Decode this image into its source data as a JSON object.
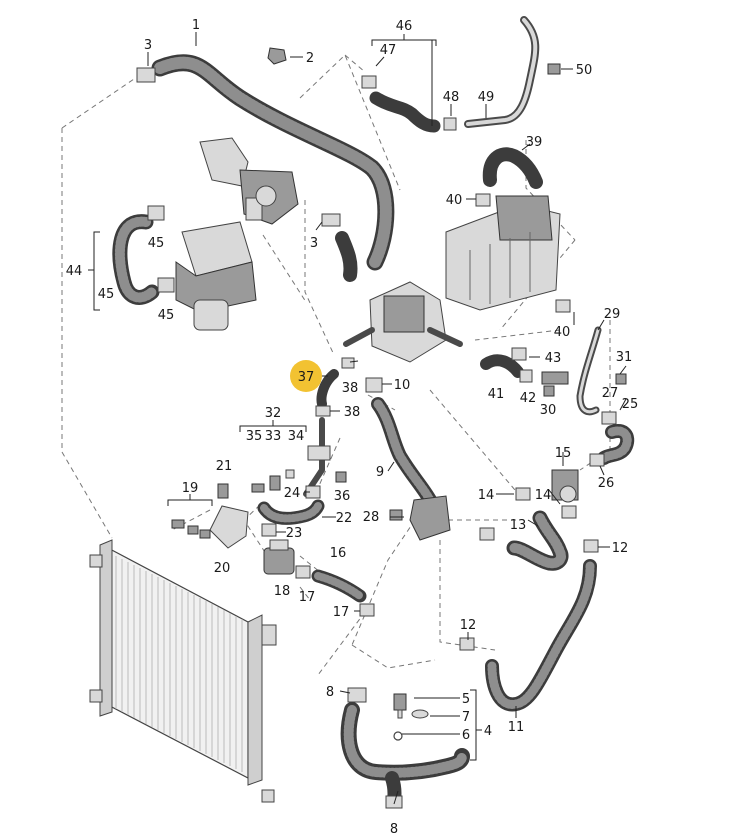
{
  "diagram": {
    "highlight_color": "#f2c232",
    "highlighted": "37",
    "callouts": [
      {
        "id": "c1",
        "text": "1"
      },
      {
        "id": "c2",
        "text": "2"
      },
      {
        "id": "c3a",
        "text": "3"
      },
      {
        "id": "c3b",
        "text": "3"
      },
      {
        "id": "c4",
        "text": "4"
      },
      {
        "id": "c5",
        "text": "5"
      },
      {
        "id": "c6",
        "text": "6"
      },
      {
        "id": "c7",
        "text": "7"
      },
      {
        "id": "c8a",
        "text": "8"
      },
      {
        "id": "c8b",
        "text": "8"
      },
      {
        "id": "c9",
        "text": "9"
      },
      {
        "id": "c10",
        "text": "10"
      },
      {
        "id": "c11",
        "text": "11"
      },
      {
        "id": "c12a",
        "text": "12"
      },
      {
        "id": "c12b",
        "text": "12"
      },
      {
        "id": "c13",
        "text": "13"
      },
      {
        "id": "c14a",
        "text": "14"
      },
      {
        "id": "c14b",
        "text": "14"
      },
      {
        "id": "c15",
        "text": "15"
      },
      {
        "id": "c16",
        "text": "16"
      },
      {
        "id": "c17a",
        "text": "17"
      },
      {
        "id": "c17b",
        "text": "17"
      },
      {
        "id": "c18",
        "text": "18"
      },
      {
        "id": "c19",
        "text": "19"
      },
      {
        "id": "c20",
        "text": "20"
      },
      {
        "id": "c21",
        "text": "21"
      },
      {
        "id": "c22",
        "text": "22"
      },
      {
        "id": "c23",
        "text": "23"
      },
      {
        "id": "c24",
        "text": "24"
      },
      {
        "id": "c25",
        "text": "25"
      },
      {
        "id": "c26",
        "text": "26"
      },
      {
        "id": "c27",
        "text": "27"
      },
      {
        "id": "c28",
        "text": "28"
      },
      {
        "id": "c29",
        "text": "29"
      },
      {
        "id": "c30",
        "text": "30"
      },
      {
        "id": "c31",
        "text": "31"
      },
      {
        "id": "c32",
        "text": "32"
      },
      {
        "id": "c33",
        "text": "33"
      },
      {
        "id": "c34",
        "text": "34"
      },
      {
        "id": "c35",
        "text": "35"
      },
      {
        "id": "c36",
        "text": "36"
      },
      {
        "id": "c37",
        "text": "37"
      },
      {
        "id": "c38a",
        "text": "38"
      },
      {
        "id": "c38b",
        "text": "38"
      },
      {
        "id": "c39",
        "text": "39"
      },
      {
        "id": "c40a",
        "text": "40"
      },
      {
        "id": "c40b",
        "text": "40"
      },
      {
        "id": "c41",
        "text": "41"
      },
      {
        "id": "c42",
        "text": "42"
      },
      {
        "id": "c43",
        "text": "43"
      },
      {
        "id": "c44",
        "text": "44"
      },
      {
        "id": "c45a",
        "text": "45"
      },
      {
        "id": "c45b",
        "text": "45"
      },
      {
        "id": "c45c",
        "text": "45"
      },
      {
        "id": "c46",
        "text": "46"
      },
      {
        "id": "c47",
        "text": "47"
      },
      {
        "id": "c48",
        "text": "48"
      },
      {
        "id": "c49",
        "text": "49"
      },
      {
        "id": "c50",
        "text": "50"
      }
    ]
  }
}
